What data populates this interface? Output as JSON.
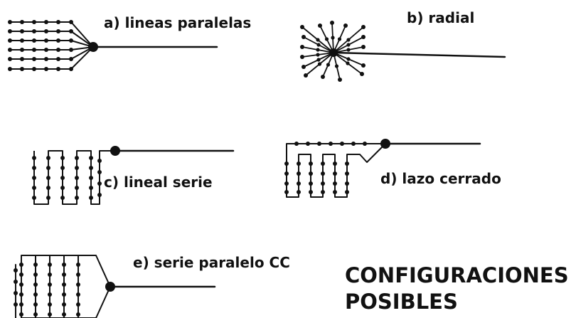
{
  "labels": {
    "a": "a) lineas paralelas",
    "b": "b) radial",
    "c": "c) lineal serie",
    "d": "d) lazo cerrado",
    "e": "e) serie paralelo CC"
  },
  "title": {
    "line1": "CONFIGURACIONES",
    "line2": "POSIBLES"
  },
  "colors": {
    "ink": "#111111",
    "background": "#ffffff"
  }
}
